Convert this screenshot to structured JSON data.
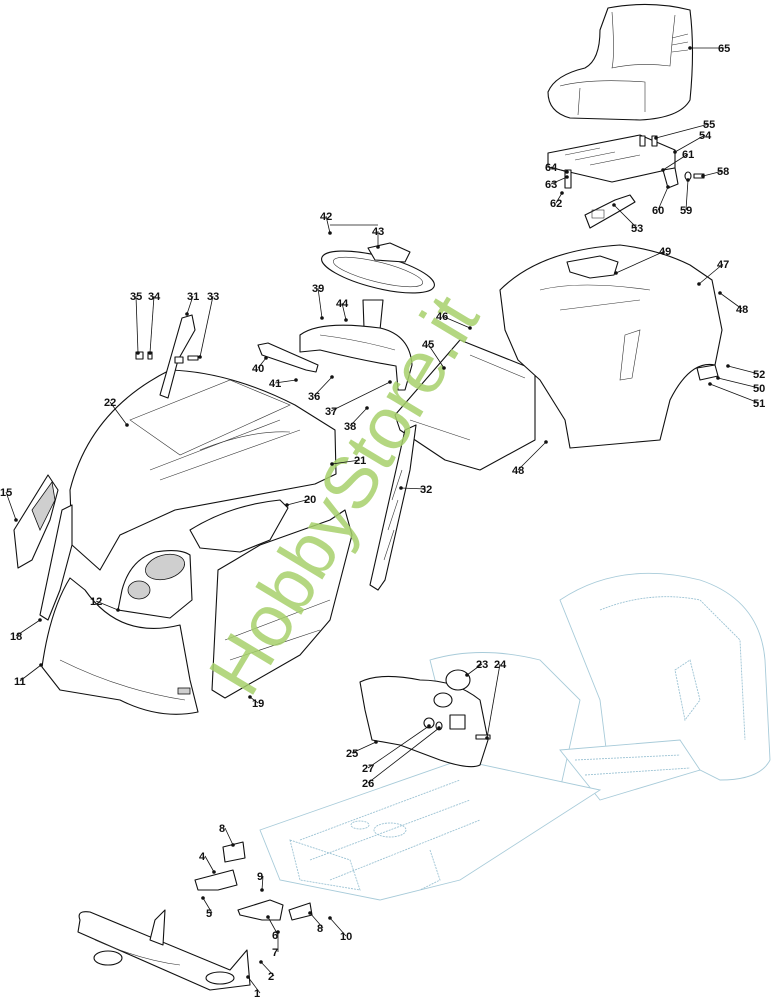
{
  "title": "Lawn tractor body / bodywork exploded parts diagram",
  "watermark": {
    "text": "HobbyStore.it",
    "color": "#a7d16c"
  },
  "colors": {
    "line": "#111111",
    "ghost_chassis": "#9cc3d4",
    "background": "#ffffff"
  },
  "callouts": [
    {
      "id": "c65",
      "label": "65",
      "part": "seat"
    },
    {
      "id": "c55",
      "label": "55",
      "part": "seat-bolt"
    },
    {
      "id": "c54",
      "label": "54",
      "part": "seat-plate"
    },
    {
      "id": "c61",
      "label": "61",
      "part": "nut"
    },
    {
      "id": "c58",
      "label": "58",
      "part": "screw"
    },
    {
      "id": "c64",
      "label": "64",
      "part": "washer"
    },
    {
      "id": "c63",
      "label": "63",
      "part": "spring-washer"
    },
    {
      "id": "c62",
      "label": "62",
      "part": "screw"
    },
    {
      "id": "c60",
      "label": "60",
      "part": "bracket"
    },
    {
      "id": "c59",
      "label": "59",
      "part": "washer"
    },
    {
      "id": "c53",
      "label": "53",
      "part": "seat-switch"
    },
    {
      "id": "c42",
      "label": "42",
      "part": "steering-wheel-kit"
    },
    {
      "id": "c43",
      "label": "43",
      "part": "steering-cap"
    },
    {
      "id": "c49",
      "label": "49",
      "part": "cup-holder"
    },
    {
      "id": "c47",
      "label": "47",
      "part": "rear-fender"
    },
    {
      "id": "c48a",
      "label": "48",
      "part": "screw"
    },
    {
      "id": "c39",
      "label": "39",
      "part": "clip"
    },
    {
      "id": "c44",
      "label": "44",
      "part": "pin"
    },
    {
      "id": "c35",
      "label": "35",
      "part": "nut"
    },
    {
      "id": "c34",
      "label": "34",
      "part": "bushing"
    },
    {
      "id": "c31",
      "label": "31",
      "part": "hood-hinge"
    },
    {
      "id": "c33",
      "label": "33",
      "part": "screw"
    },
    {
      "id": "c46",
      "label": "46",
      "part": "fuel-cap"
    },
    {
      "id": "c45",
      "label": "45",
      "part": "dash-panel"
    },
    {
      "id": "c40",
      "label": "40",
      "part": "lever-cover"
    },
    {
      "id": "c41",
      "label": "41",
      "part": "screw"
    },
    {
      "id": "c36",
      "label": "36",
      "part": "dashboard"
    },
    {
      "id": "c37",
      "label": "37",
      "part": "screw"
    },
    {
      "id": "c38",
      "label": "38",
      "part": "nut"
    },
    {
      "id": "c52",
      "label": "52",
      "part": "screw"
    },
    {
      "id": "c50",
      "label": "50",
      "part": "bracket"
    },
    {
      "id": "c51",
      "label": "51",
      "part": "screw"
    },
    {
      "id": "c22",
      "label": "22",
      "part": "hood"
    },
    {
      "id": "c21",
      "label": "21",
      "part": "hood-side"
    },
    {
      "id": "c48b",
      "label": "48",
      "part": "screw"
    },
    {
      "id": "c32",
      "label": "32",
      "part": "side-grille"
    },
    {
      "id": "c15",
      "label": "15",
      "part": "headlight-cover"
    },
    {
      "id": "c20",
      "label": "20",
      "part": "inner-shroud"
    },
    {
      "id": "c12",
      "label": "12",
      "part": "headlight-unit"
    },
    {
      "id": "c18",
      "label": "18",
      "part": "side-panel-left"
    },
    {
      "id": "c11",
      "label": "11",
      "part": "front-bumper-cover"
    },
    {
      "id": "c19",
      "label": "19",
      "part": "side-panel-right"
    },
    {
      "id": "c23",
      "label": "23",
      "part": "fuel-tank-cap"
    },
    {
      "id": "c24",
      "label": "24",
      "part": "screw"
    },
    {
      "id": "c25",
      "label": "25",
      "part": "fuel-tank"
    },
    {
      "id": "c27",
      "label": "27",
      "part": "grommet"
    },
    {
      "id": "c26",
      "label": "26",
      "part": "fitting"
    },
    {
      "id": "c8a",
      "label": "8",
      "part": "plate"
    },
    {
      "id": "c4",
      "label": "4",
      "part": "bracket-left"
    },
    {
      "id": "c9",
      "label": "9",
      "part": "nut"
    },
    {
      "id": "c5",
      "label": "5",
      "part": "screw"
    },
    {
      "id": "c6",
      "label": "6",
      "part": "bracket-right"
    },
    {
      "id": "c8b",
      "label": "8",
      "part": "plate"
    },
    {
      "id": "c10",
      "label": "10",
      "part": "nut"
    },
    {
      "id": "c7",
      "label": "7",
      "part": "screw"
    },
    {
      "id": "c2",
      "label": "2",
      "part": "screw"
    },
    {
      "id": "c1",
      "label": "1",
      "part": "front-bumper"
    }
  ]
}
